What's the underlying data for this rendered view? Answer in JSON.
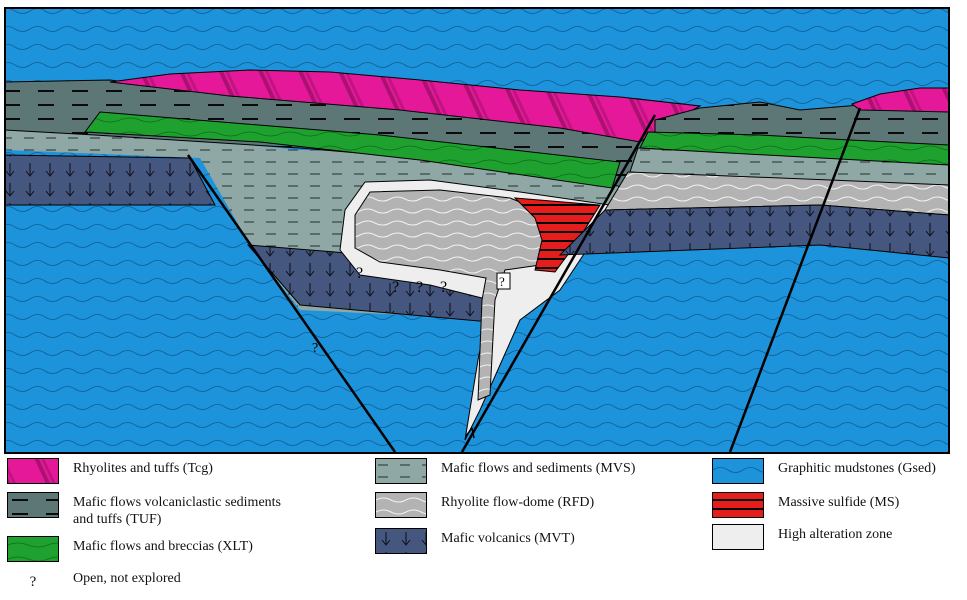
{
  "legend": [
    {
      "id": "tcg",
      "label": "Rhyolites and tuffs (Tcg)",
      "pattern": "pat-tcg"
    },
    {
      "id": "tuf",
      "label": "Mafic flows volcaniclastic sediments\n and tuffs (TUF)",
      "pattern": "pat-tuf"
    },
    {
      "id": "xlt",
      "label": "Mafic flows and breccias (XLT)",
      "pattern": "pat-xlt"
    },
    {
      "id": "open",
      "label": "Open, not  explored",
      "symbol": "?"
    },
    {
      "id": "mvs",
      "label": "Mafic flows and sediments (MVS)",
      "pattern": "pat-mvs"
    },
    {
      "id": "rfd",
      "label": "Rhyolite flow-dome (RFD)",
      "pattern": "pat-rfd"
    },
    {
      "id": "mvt",
      "label": "Mafic volcanics (MVT)",
      "pattern": "pat-mvt"
    },
    {
      "id": "gsed",
      "label": "Graphitic mudstones (Gsed)",
      "pattern": "pat-gsed"
    },
    {
      "id": "ms",
      "label": "Massive sulfide (MS)",
      "pattern": "pat-ms"
    },
    {
      "id": "haz",
      "label": "High alteration zone",
      "pattern": "pat-haz"
    }
  ],
  "section_marks": {
    "unexplored": "?"
  },
  "colors": {
    "tcg": "#e5189a",
    "tuf": "#5d7776",
    "xlt": "#1fa12f",
    "mvs": "#8fa8a6",
    "rfd": "#b3b3b3",
    "mvt": "#46577f",
    "gsed": "#1c93da",
    "ms": "#e51d1d",
    "haz": "#eeeeee"
  }
}
